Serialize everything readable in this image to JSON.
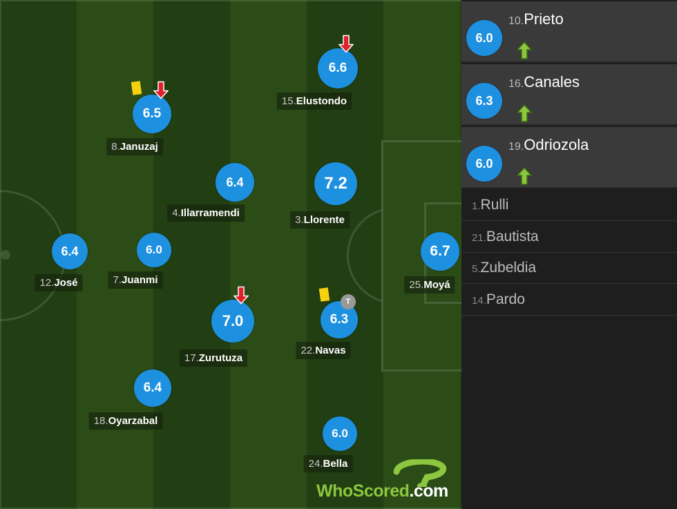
{
  "colors": {
    "rating_bubble": "#1e90e0",
    "pitch_light": "#2b4c17",
    "pitch_dark": "#213f12",
    "panel": "#3a3a3a",
    "yellow_card": "#f6d111",
    "sub_off_arrow": "#e0202a",
    "sub_on_arrow": "#8dc63f"
  },
  "players": [
    {
      "number": "8.",
      "name": "Januzaj",
      "rating": "6.5",
      "yellow_card": true,
      "subbed_off": true
    },
    {
      "number": "15.",
      "name": "Elustondo",
      "rating": "6.6",
      "subbed_off": true
    },
    {
      "number": "4.",
      "name": "Illarramendi",
      "rating": "6.4"
    },
    {
      "number": "3.",
      "name": "Llorente",
      "rating": "7.2"
    },
    {
      "number": "12.",
      "name": "José",
      "rating": "6.4"
    },
    {
      "number": "7.",
      "name": "Juanmi",
      "rating": "6.0"
    },
    {
      "number": "25.",
      "name": "Moyá",
      "rating": "6.7"
    },
    {
      "number": "17.",
      "name": "Zurutuza",
      "rating": "7.0",
      "subbed_off": true
    },
    {
      "number": "22.",
      "name": "Navas",
      "rating": "6.3",
      "yellow_card": true,
      "captain": "T"
    },
    {
      "number": "18.",
      "name": "Oyarzabal",
      "rating": "6.4"
    },
    {
      "number": "24.",
      "name": "Bella",
      "rating": "6.0"
    }
  ],
  "substitutes_on": [
    {
      "number": "10.",
      "name": "Prieto",
      "rating": "6.0"
    },
    {
      "number": "16.",
      "name": "Canales",
      "rating": "6.3"
    },
    {
      "number": "19.",
      "name": "Odriozola",
      "rating": "6.0"
    }
  ],
  "bench": [
    {
      "number": "1.",
      "name": "Rulli"
    },
    {
      "number": "21.",
      "name": "Bautista"
    },
    {
      "number": "5.",
      "name": "Zubeldia"
    },
    {
      "number": "14.",
      "name": "Pardo"
    }
  ],
  "logo": {
    "brand": "WhoScored",
    "suffix": ".com"
  }
}
